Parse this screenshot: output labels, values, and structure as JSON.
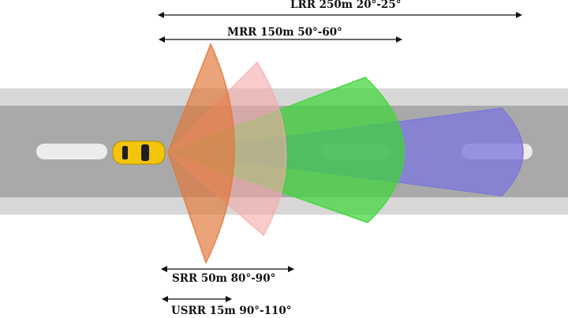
{
  "diagram": {
    "sensors": [
      {
        "id": "lrr",
        "label": "LRR 250m 20°-25°",
        "color": "#7d78dd",
        "opacity": 0.78,
        "range_m": 250,
        "fov": "20°-25°"
      },
      {
        "id": "mrr",
        "label": "MRR 150m 50°-60°",
        "color": "#3fd63a",
        "opacity": 0.72,
        "range_m": 150,
        "fov": "50°-60°"
      },
      {
        "id": "srr",
        "label": "SRR 50m 80°-90°",
        "color": "#f7a9a9",
        "opacity": 0.6,
        "range_m": 50,
        "fov": "80°-90°"
      },
      {
        "id": "usrr",
        "label": "USRR 15m 90°-110°",
        "color": "#e2773a",
        "opacity": 0.68,
        "range_m": 15,
        "fov": "90°-110°"
      }
    ],
    "road": {
      "color": "#a9a9a9",
      "shoulder_color": "#d7d7d7",
      "lane_mark_color": "#ececec"
    },
    "car": {
      "body_color": "#f2c40c",
      "window_color": "#1f1f1f"
    }
  }
}
